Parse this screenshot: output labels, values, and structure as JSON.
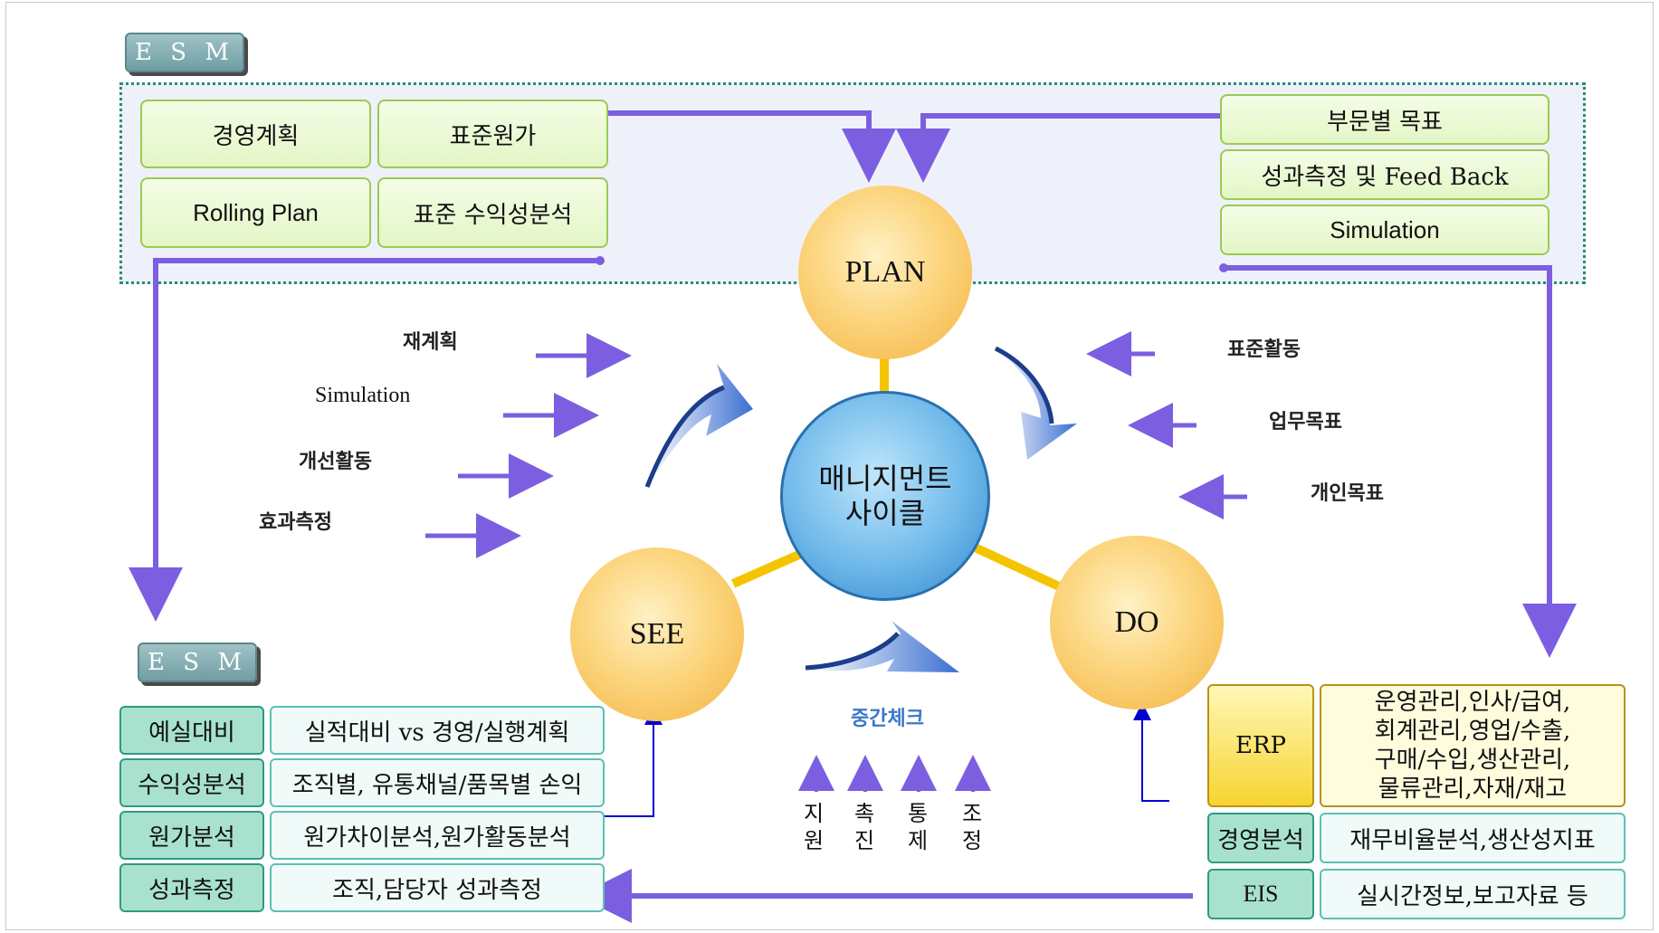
{
  "esm_top_tag": "E S M",
  "esm_bottom_tag": "E S M",
  "top_left_boxes": [
    "경영계획",
    "표준원가",
    "Rolling Plan",
    "표준 수익성분석"
  ],
  "top_right_boxes": [
    "부문별 목표",
    "성과측정 및 Feed Back",
    "Simulation"
  ],
  "cycle": {
    "plan": "PLAN",
    "do": "DO",
    "see": "SEE",
    "center_line1": "매니지먼트",
    "center_line2": "사이클"
  },
  "left_labels": [
    "재계획",
    "Simulation",
    "개선활동",
    "효과측정"
  ],
  "right_labels": [
    "표준활동",
    "업무목표",
    "개인목표"
  ],
  "middle_check": "중간체크",
  "vertical_labels": [
    [
      "지",
      "원"
    ],
    [
      "촉",
      "진"
    ],
    [
      "통",
      "제"
    ],
    [
      "조",
      "정"
    ]
  ],
  "esm_table": [
    {
      "head": "예실대비",
      "desc": "실적대비 vs 경영/실행계획"
    },
    {
      "head": "수익성분석",
      "desc": "조직별, 유통채널/품목별 손익"
    },
    {
      "head": "원가분석",
      "desc": "원가차이분석,원가활동분석"
    },
    {
      "head": "성과측정",
      "desc": "조직,담당자 성과측정"
    }
  ],
  "erp_table": {
    "erp_head": "ERP",
    "erp_lines": [
      "운영관리,인사/급여,",
      "회계관리,영업/수출,",
      "구매/수입,생산관리,",
      "물류관리,자재/재고"
    ],
    "mgmt_head": "경영분석",
    "mgmt_desc": "재무비율분석,생산성지표",
    "eis_head": "EIS",
    "eis_desc": "실시간정보,보고자료 등"
  },
  "colors": {
    "arrow": "#7b5fe0",
    "connector": "#f5c400",
    "swoosh": "#2f5fb8"
  }
}
